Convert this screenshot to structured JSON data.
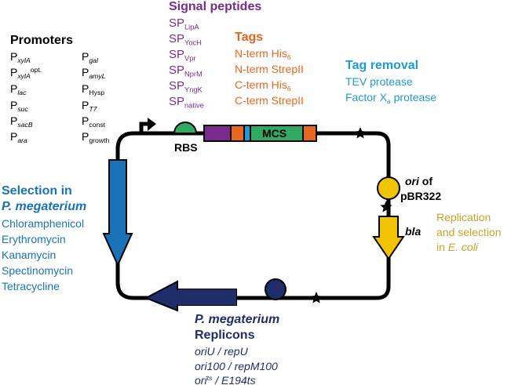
{
  "colors": {
    "black": "#000000",
    "purple": "#7b2a8e",
    "orange": "#e8661e",
    "sky_blue": "#1e9ad6",
    "green": "#2faa62",
    "royal_blue": "#1a73b8",
    "navy": "#1f2d6b",
    "gold": "#f2c400",
    "gold_text": "#c9a227"
  },
  "promoters": {
    "title": "Promoters",
    "col1": [
      {
        "base": "P",
        "sub": "xylA",
        "sub_italic": true,
        "sup": ""
      },
      {
        "base": "P",
        "sub": "xylA",
        "sub_italic": true,
        "sup": "opt."
      },
      {
        "base": "P",
        "sub": "lac",
        "sub_italic": true,
        "sup": ""
      },
      {
        "base": "P",
        "sub": "suc",
        "sub_italic": true,
        "sup": ""
      },
      {
        "base": "P",
        "sub": "sacB",
        "sub_italic": true,
        "sup": ""
      },
      {
        "base": "P",
        "sub": "ara",
        "sub_italic": true,
        "sup": ""
      }
    ],
    "col2": [
      {
        "base": "P",
        "sub": "gal",
        "sub_italic": true,
        "sup": ""
      },
      {
        "base": "P",
        "sub": "amyL",
        "sub_italic": true,
        "sup": ""
      },
      {
        "base": "P",
        "sub": "Hysp",
        "sub_italic": false,
        "sup": ""
      },
      {
        "base": "P",
        "sub": "T7",
        "sub_italic": true,
        "sup": ""
      },
      {
        "base": "P",
        "sub": "const",
        "sub_italic": false,
        "sup": ""
      },
      {
        "base": "P",
        "sub": "growth",
        "sub_italic": false,
        "sup": ""
      }
    ]
  },
  "signal_peptides": {
    "title": "Signal peptides",
    "items": [
      {
        "base": "SP",
        "sub": "LipA"
      },
      {
        "base": "SP",
        "sub": "YocH"
      },
      {
        "base": "SP",
        "sub": "Vpr"
      },
      {
        "base": "SP",
        "sub": "NprM"
      },
      {
        "base": "SP",
        "sub": "YngK"
      },
      {
        "base": "SP",
        "sub": "native"
      }
    ]
  },
  "tags": {
    "title": "Tags",
    "items": [
      {
        "text": "N-term His",
        "sub": "6"
      },
      {
        "text": "N-term StrepII",
        "sub": ""
      },
      {
        "text": "C-term His",
        "sub": "6"
      },
      {
        "text": "C-term StrepII",
        "sub": ""
      }
    ]
  },
  "tag_removal": {
    "title": "Tag removal",
    "line1": "TEV protease",
    "line2_pre": "Factor X",
    "line2_sub": "a",
    "line2_post": " protease"
  },
  "plasmid": {
    "rbs_label": "RBS",
    "mcs_label": "MCS",
    "ori_italic": "ori",
    "ori_text": " of",
    "ori_line2": "pBR322",
    "bla_label": "bla"
  },
  "ecoli": {
    "line1": "Replication",
    "line2": "and selection",
    "line3_pre": "in ",
    "line3_italic": "E. coli"
  },
  "selection": {
    "title1": "Selection in",
    "title2": "P. megaterium",
    "items": [
      "Chloramphenicol",
      "Erythromycin",
      "Kanamycin",
      "Spectinomycin",
      "Tetracycline"
    ]
  },
  "replicons": {
    "title1": "P. megaterium",
    "title2": "Replicons",
    "items": [
      {
        "pre": "oriU / repU",
        "sup": "",
        "post": ""
      },
      {
        "pre": "ori100 / repM100",
        "sup": "",
        "post": ""
      },
      {
        "pre": "ori",
        "sup": "ts",
        "post": " / E194ts"
      }
    ]
  }
}
